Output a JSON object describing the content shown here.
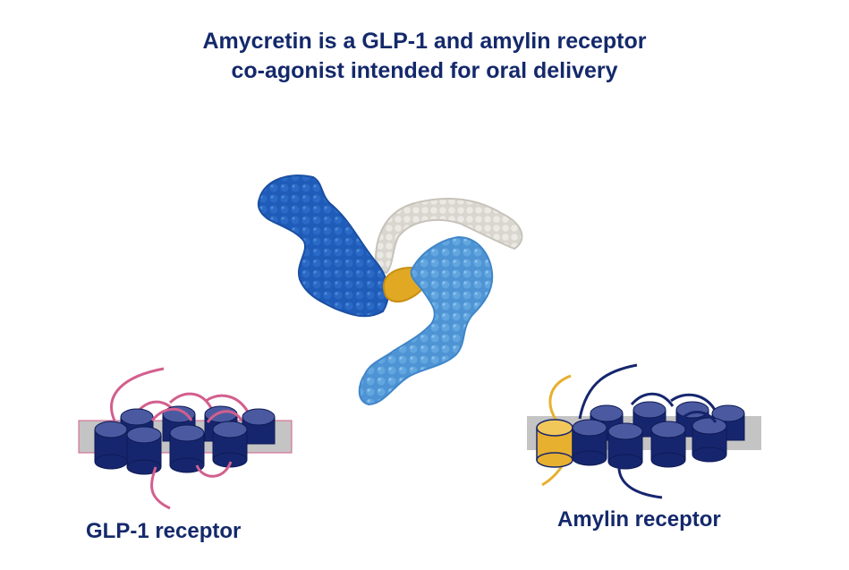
{
  "title": {
    "line1": "Amycretin is a GLP-1 and amylin receptor",
    "line2": "co-agonist intended for oral delivery"
  },
  "labels": {
    "glp1_receptor": "GLP-1 receptor",
    "amylin_receptor": "Amylin receptor"
  },
  "colors": {
    "title_text": "#14296b",
    "receptor_navy": "#16266e",
    "receptor_top": "#4b5aa0",
    "glp1_loops": "#d35f8d",
    "amylin_ramp": "#e8b02f",
    "membrane": "#c4c4c4",
    "molecule_dark_blue": "#1f5bb8",
    "molecule_light_blue": "#5aa0dc",
    "molecule_white": "#e8e6e1",
    "molecule_gold": "#e0a823"
  },
  "icons": {
    "molecule": "amycretin-molecule-surface-icon",
    "glp1": "glp1-receptor-icon",
    "amylin": "amylin-receptor-icon"
  }
}
